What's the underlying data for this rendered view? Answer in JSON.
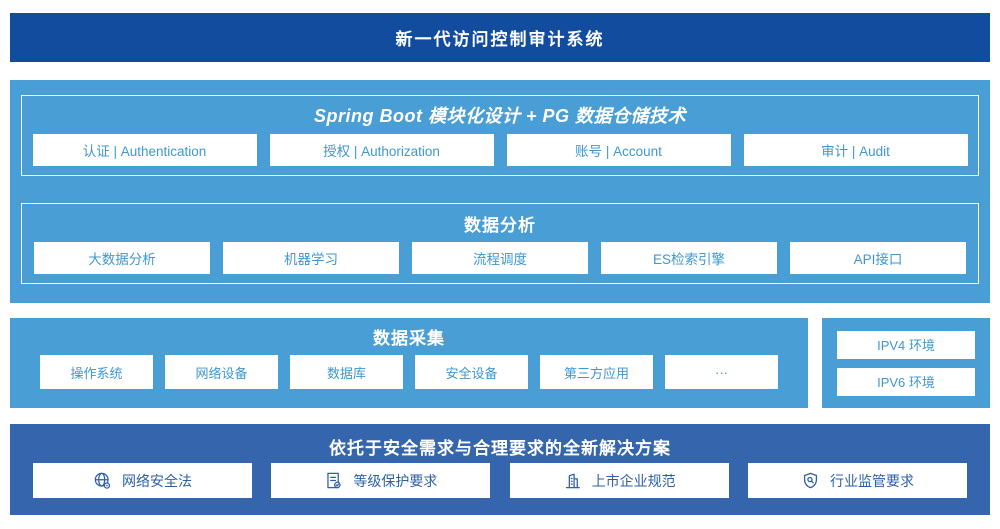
{
  "colors": {
    "banner_bg": "#114C9E",
    "platform_bg": "#4A9ED6",
    "solution_bg": "#3565AD",
    "light_box_text": "#3F97D1",
    "dark_box_text": "#2D5FA7",
    "box_bg": "#FFFFFF"
  },
  "banner": {
    "title": "新一代访问控制审计系统"
  },
  "platform": {
    "sections": [
      {
        "title": "Spring Boot 模块化设计 + PG 数据仓储技术",
        "items": [
          "认证 | Authentication",
          "授权 | Authorization",
          "账号 | Account",
          "审计 | Audit"
        ]
      },
      {
        "title": "数据分析",
        "items": [
          "大数据分析",
          "机器学习",
          "流程调度",
          "ES检索引擎",
          "API接口"
        ]
      }
    ]
  },
  "collection": {
    "title": "数据采集",
    "items": [
      "操作系统",
      "网络设备",
      "数据库",
      "安全设备",
      "第三方应用",
      "···"
    ]
  },
  "environments": {
    "items": [
      "IPV4 环境",
      "IPV6 环境"
    ]
  },
  "solution": {
    "title": "依托于安全需求与合理要求的全新解决方案",
    "items": [
      {
        "icon": "globe-icon",
        "label": "网络安全法"
      },
      {
        "icon": "document-check-icon",
        "label": "等级保护要求"
      },
      {
        "icon": "building-icon",
        "label": "上市企业规范"
      },
      {
        "icon": "shield-search-icon",
        "label": "行业监管要求"
      }
    ]
  }
}
